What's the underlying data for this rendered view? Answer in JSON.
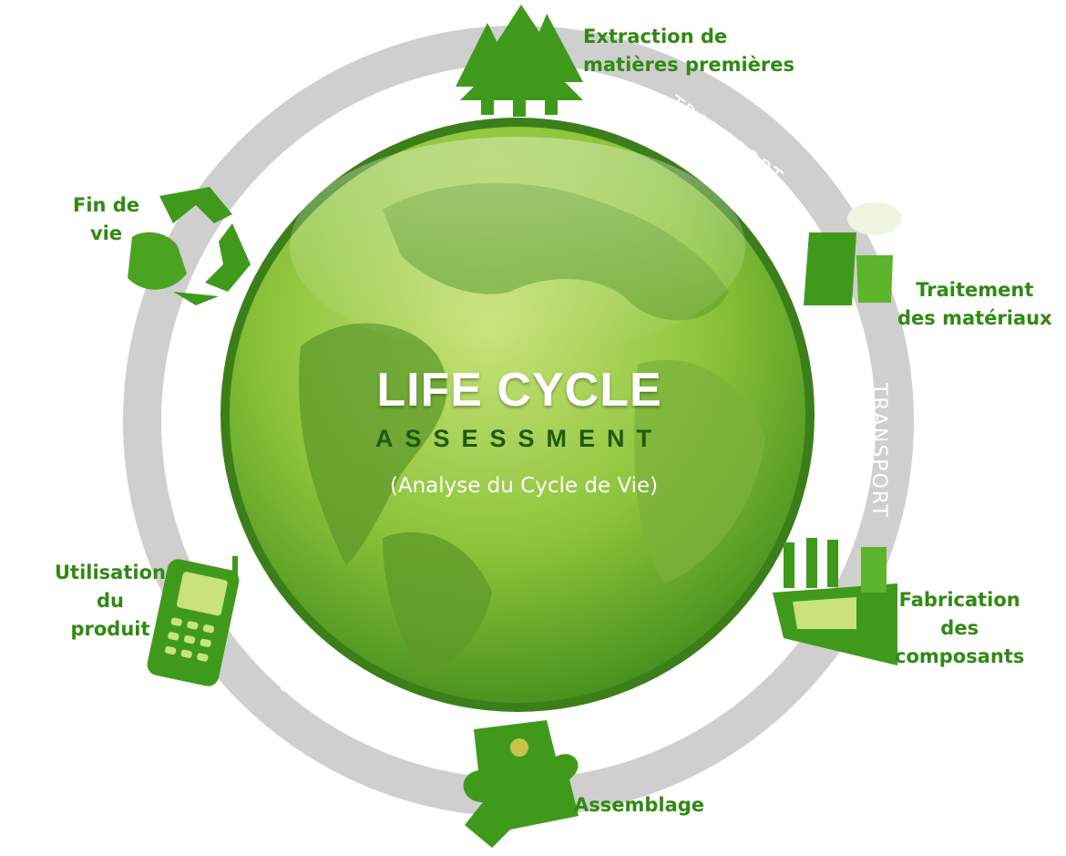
{
  "center": {
    "title": "LIFE CYCLE",
    "subtitle": "ASSESSMENT",
    "french": "(Analyse du Cycle de Vie)"
  },
  "stages": [
    {
      "lines": [
        "Extraction de",
        "matières premières"
      ],
      "icon": "trees-icon"
    },
    {
      "lines": [
        "Traitement",
        "des matériaux"
      ],
      "icon": "cooling-towers-icon"
    },
    {
      "lines": [
        "Fabrication",
        "des",
        "composants"
      ],
      "icon": "factory-icon"
    },
    {
      "lines": [
        "Assemblage"
      ],
      "icon": "puzzle-piece-icon"
    },
    {
      "lines": [
        "Utilisation",
        "du",
        "produit"
      ],
      "icon": "mobile-phone-icon"
    },
    {
      "lines": [
        "Fin de",
        "vie"
      ],
      "icon": "recycle-icon"
    }
  ],
  "transport_label": "TRANSPORT",
  "colors": {
    "label_green": "#2f8a12",
    "ring_gray": "#cfcfcf",
    "globe_green": "#8cc43a"
  }
}
